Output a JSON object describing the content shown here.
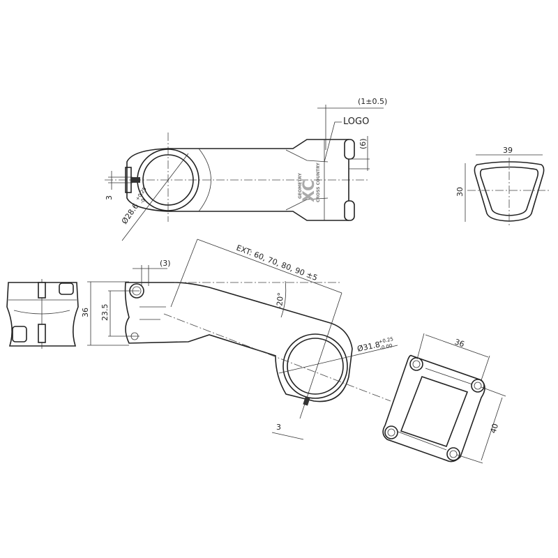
{
  "top_view": {
    "logo_gap": "(1±0.5)",
    "logo_callout": "LOGO",
    "logo_width": "(6)",
    "slot_width": "3",
    "clamp_diameter": "Ø28.6",
    "clamp_tol_upper": "+0.25",
    "clamp_tol_lower": "-0",
    "logo_text": [
      "XC",
      "CROSS COUNTRY",
      "GEOMETRY"
    ]
  },
  "section_view": {
    "width": "39",
    "height": "30"
  },
  "side_view": {
    "bolt_offset": "(3)",
    "stack_height": "36",
    "inner_height": "23.5",
    "extension": "EXT: 60, 70, 80, 90 ±5",
    "angle": "-20°",
    "bar_diameter": "Ø31.8",
    "bar_tol_upper": "+0.25",
    "bar_tol_lower": "-0.00",
    "slot_width": "3"
  },
  "faceplate_view": {
    "width": "36",
    "height": "40"
  }
}
